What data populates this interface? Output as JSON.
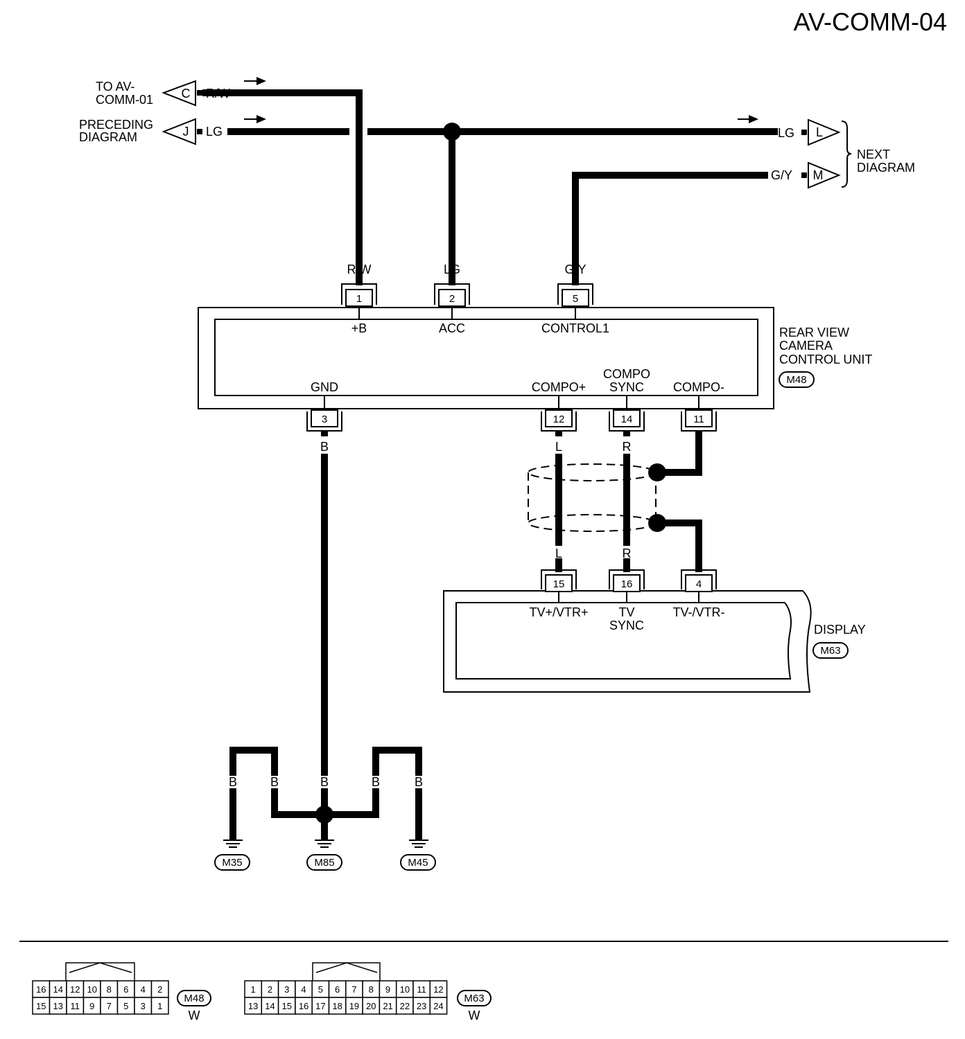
{
  "page": {
    "title": "AV-COMM-04"
  },
  "off_page": {
    "to_av": {
      "line1": "TO AV-",
      "line2": "COMM-01",
      "letter": "C",
      "wire": "R/W"
    },
    "preceding": {
      "line1": "PRECEDING",
      "line2": "DIAGRAM",
      "letter": "J",
      "wire": "LG"
    },
    "next_l": {
      "letter": "L",
      "wire": "LG"
    },
    "next_m": {
      "letter": "M",
      "wire": "G/Y"
    },
    "next_label": {
      "line1": "NEXT",
      "line2": "DIAGRAM"
    }
  },
  "rear_camera_unit": {
    "name_lines": [
      "REAR VIEW",
      "CAMERA",
      "CONTROL UNIT"
    ],
    "connector": "M48",
    "top_pins": [
      {
        "pin": "1",
        "wire": "R/W",
        "signal": "+B"
      },
      {
        "pin": "2",
        "wire": "LG",
        "signal": "ACC"
      },
      {
        "pin": "5",
        "wire": "G/Y",
        "signal": "CONTROL1"
      }
    ],
    "bottom_pins": [
      {
        "pin": "3",
        "wire": "B",
        "signal": "GND"
      },
      {
        "pin": "12",
        "wire": "L",
        "signal": "COMPO+"
      },
      {
        "pin": "14",
        "wire": "R",
        "signal_lines": [
          "COMPO",
          "SYNC"
        ]
      },
      {
        "pin": "11",
        "signal": "COMPO-"
      }
    ]
  },
  "display": {
    "name": "DISPLAY",
    "connector": "M63",
    "pins": [
      {
        "pin": "15",
        "wire": "L",
        "signal": "TV+/VTR+"
      },
      {
        "pin": "16",
        "wire": "R",
        "signal_lines": [
          "TV",
          "SYNC"
        ]
      },
      {
        "pin": "4",
        "signal": "TV-/VTR-"
      }
    ]
  },
  "grounds": {
    "wire_label": "B",
    "points": [
      "M35",
      "M85",
      "M45"
    ]
  },
  "connector_views": [
    {
      "id": "M48",
      "color": "W",
      "top_row": [
        "16",
        "14",
        "12",
        "10",
        "8",
        "6",
        "4",
        "2"
      ],
      "bottom_row": [
        "15",
        "13",
        "11",
        "9",
        "7",
        "5",
        "3",
        "1"
      ]
    },
    {
      "id": "M63",
      "color": "W",
      "top_row": [
        "1",
        "2",
        "3",
        "4",
        "5",
        "6",
        "7",
        "8",
        "9",
        "10",
        "11",
        "12"
      ],
      "bottom_row": [
        "13",
        "14",
        "15",
        "16",
        "17",
        "18",
        "19",
        "20",
        "21",
        "22",
        "23",
        "24"
      ]
    }
  ]
}
